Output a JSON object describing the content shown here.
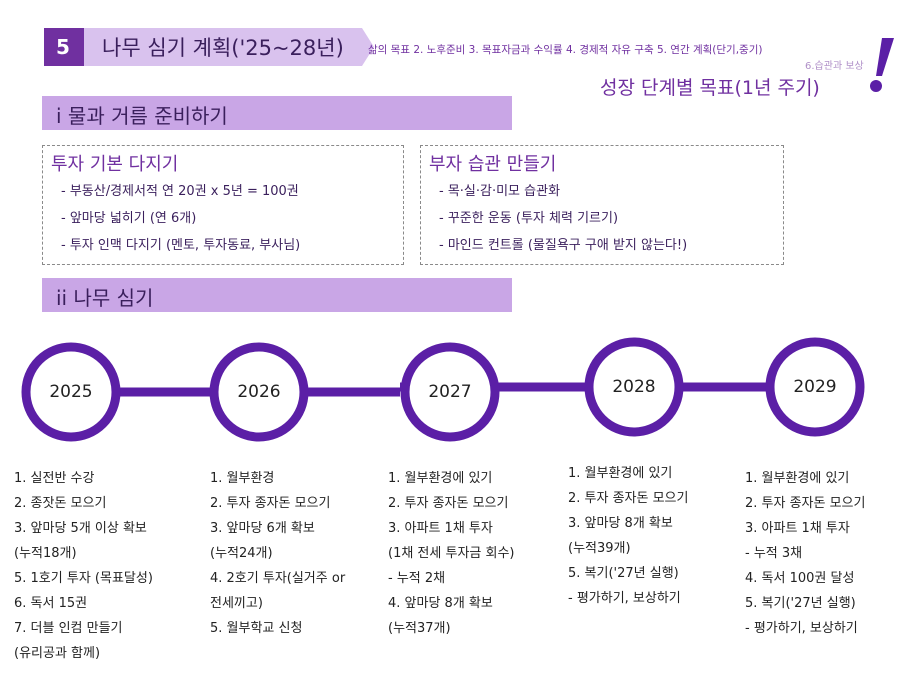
{
  "header": {
    "section_number": "5",
    "section_title": "나무 심기 계획('25~28년)",
    "nav_text": "삶의 목표 2. 노후준비 3. 목표자금과 수익률 4. 경제적 자유 구축 5. 연간 계획(단기,중기)",
    "nav_extra": "6.습관과 보상",
    "goal_title": "성장 단계별 목표(1년 주기)",
    "exclamation": "!"
  },
  "colors": {
    "accent": "#7030a0",
    "bar": "#c9a6e6",
    "timeline": "#5b1fa6",
    "dark_text": "#3a1f5c"
  },
  "sections": {
    "i_label": "i  물과 거름 준비하기",
    "ii_label": "ii  나무 심기"
  },
  "box1": {
    "title": "투자 기본 다지기",
    "items": [
      "- 부동산/경제서적 연 20권 x 5년 = 100권",
      "- 앞마당 넓히기 (연 6개)",
      "- 투자 인맥 다지기 (멘토, 투자동료, 부사님)"
    ]
  },
  "box2": {
    "title": "부자 습관 만들기",
    "items": [
      "- 목·실·감·미모 습관화",
      "- 꾸준한 운동 (투자 체력 기르기)",
      "- 마인드 컨트롤 (물질욕구 구애 받지 않는다!)"
    ]
  },
  "timeline": {
    "years": [
      "2025",
      "2026",
      "2027",
      "2028",
      "2029"
    ]
  },
  "columns": [
    [
      "1.   실전반 수강",
      "2.   종잣돈 모으기",
      "3.   앞마당 5개 이상 확보",
      "  (누적18개)",
      "5.  1호기 투자 (목표달성)",
      "6. 독서 15권",
      "7. 더블 인컴 만들기",
      "  (유리공과 함께)"
    ],
    [
      "1. 월부환경",
      "2. 투자 종자돈 모으기",
      "3. 앞마당 6개 확보",
      "   (누적24개)",
      "4. 2호기 투자(실거주 or",
      "전세끼고)",
      "5. 월부학교 신청"
    ],
    [
      "1. 월부환경에 있기",
      "2. 투자 종자돈 모으기",
      "3. 아파트 1채 투자",
      "  (1채 전세 투자금 회수)",
      "- 누적 2채",
      "4. 앞마당 8개 확보",
      "   (누적37개)"
    ],
    [
      "1. 월부환경에 있기",
      "2. 투자 종자돈 모으기",
      "3. 앞마당 8개 확보",
      "   (누적39개)",
      "5. 복기('27년 실행)",
      "- 평가하기, 보상하기"
    ],
    [
      "1. 월부환경에 있기",
      "2. 투자 종자돈 모으기",
      "3. 아파트 1채 투자",
      "- 누적 3채",
      "4. 독서 100권 달성",
      "5. 복기('27년 실행)",
      "  - 평가하기, 보상하기"
    ]
  ]
}
